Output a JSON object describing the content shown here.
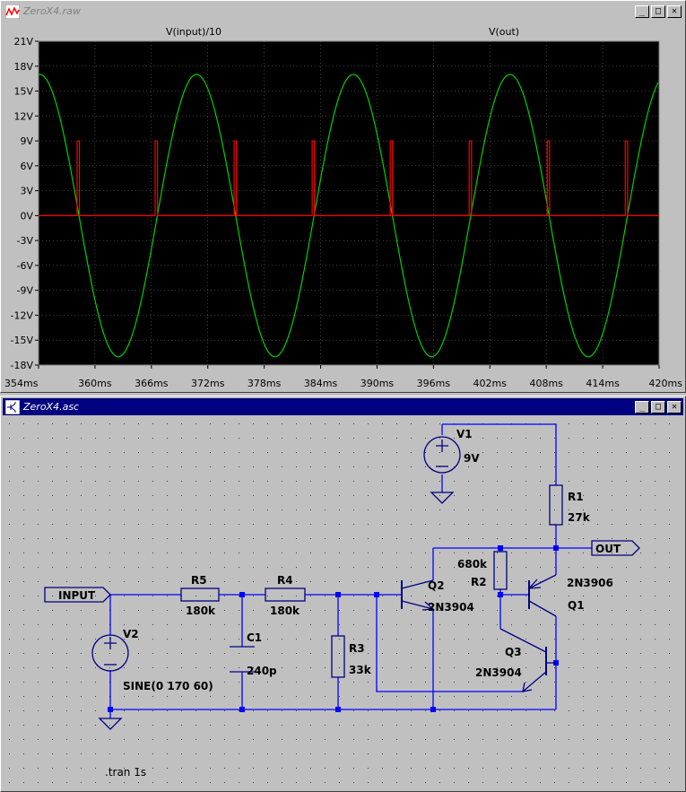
{
  "waveform_window": {
    "title": "ZeroX4.raw",
    "traces": [
      {
        "name": "V(input)/10",
        "color": "#00d000"
      },
      {
        "name": "V(out)",
        "color": "#ff0000"
      }
    ],
    "y_ticks": [
      "21V",
      "18V",
      "15V",
      "12V",
      "9V",
      "6V",
      "3V",
      "0V",
      "-3V",
      "-6V",
      "-9V",
      "-12V",
      "-15V",
      "-18V"
    ],
    "x_ticks": [
      "354ms",
      "360ms",
      "366ms",
      "372ms",
      "378ms",
      "384ms",
      "390ms",
      "396ms",
      "402ms",
      "408ms",
      "414ms",
      "420ms"
    ],
    "colors": {
      "plot_bg": "#000000",
      "grid": "#808080"
    }
  },
  "chart_data": {
    "type": "line",
    "x_unit": "ms",
    "y_unit": "V",
    "xlim": [
      354,
      420
    ],
    "ylim": [
      -18,
      21
    ],
    "grid": true,
    "legend": "top",
    "series": [
      {
        "name": "V(input)/10",
        "function": "sine",
        "amplitude": 17,
        "offset": 0,
        "frequency_hz": 60,
        "phase_zero_crossing_ms": 358.3,
        "peak": 17,
        "trough": -17
      },
      {
        "name": "V(out)",
        "baseline": 0,
        "pulse_height": 9,
        "pulses_at_ms": [
          358.1,
          366.4,
          374.8,
          383.1,
          391.4,
          399.8,
          408.1,
          416.4
        ]
      }
    ]
  },
  "schematic_window": {
    "title": "ZeroX4.asc",
    "labels": {
      "input_port": "INPUT",
      "output_port": "OUT",
      "v1_name": "V1",
      "v1_value": "9V",
      "v2_name": "V2",
      "v2_value": "SINE(0 170 60)",
      "r1_name": "R1",
      "r1_value": "27k",
      "r2_name": "R2",
      "r2_value": "680k",
      "r3_name": "R3",
      "r3_value": "33k",
      "r4_name": "R4",
      "r4_value": "180k",
      "r5_name": "R5",
      "r5_value": "180k",
      "c1_name": "C1",
      "c1_value": "240p",
      "q1_name": "Q1",
      "q1_model": "2N3906",
      "q2_name": "Q2",
      "q2_model": "2N3904",
      "q3_name": "Q3",
      "q3_model": "2N3904",
      "directive": ".tran 1s"
    },
    "colors": {
      "wire": "#0000ff",
      "component": "#000080",
      "background": "#c0c0c0"
    }
  }
}
